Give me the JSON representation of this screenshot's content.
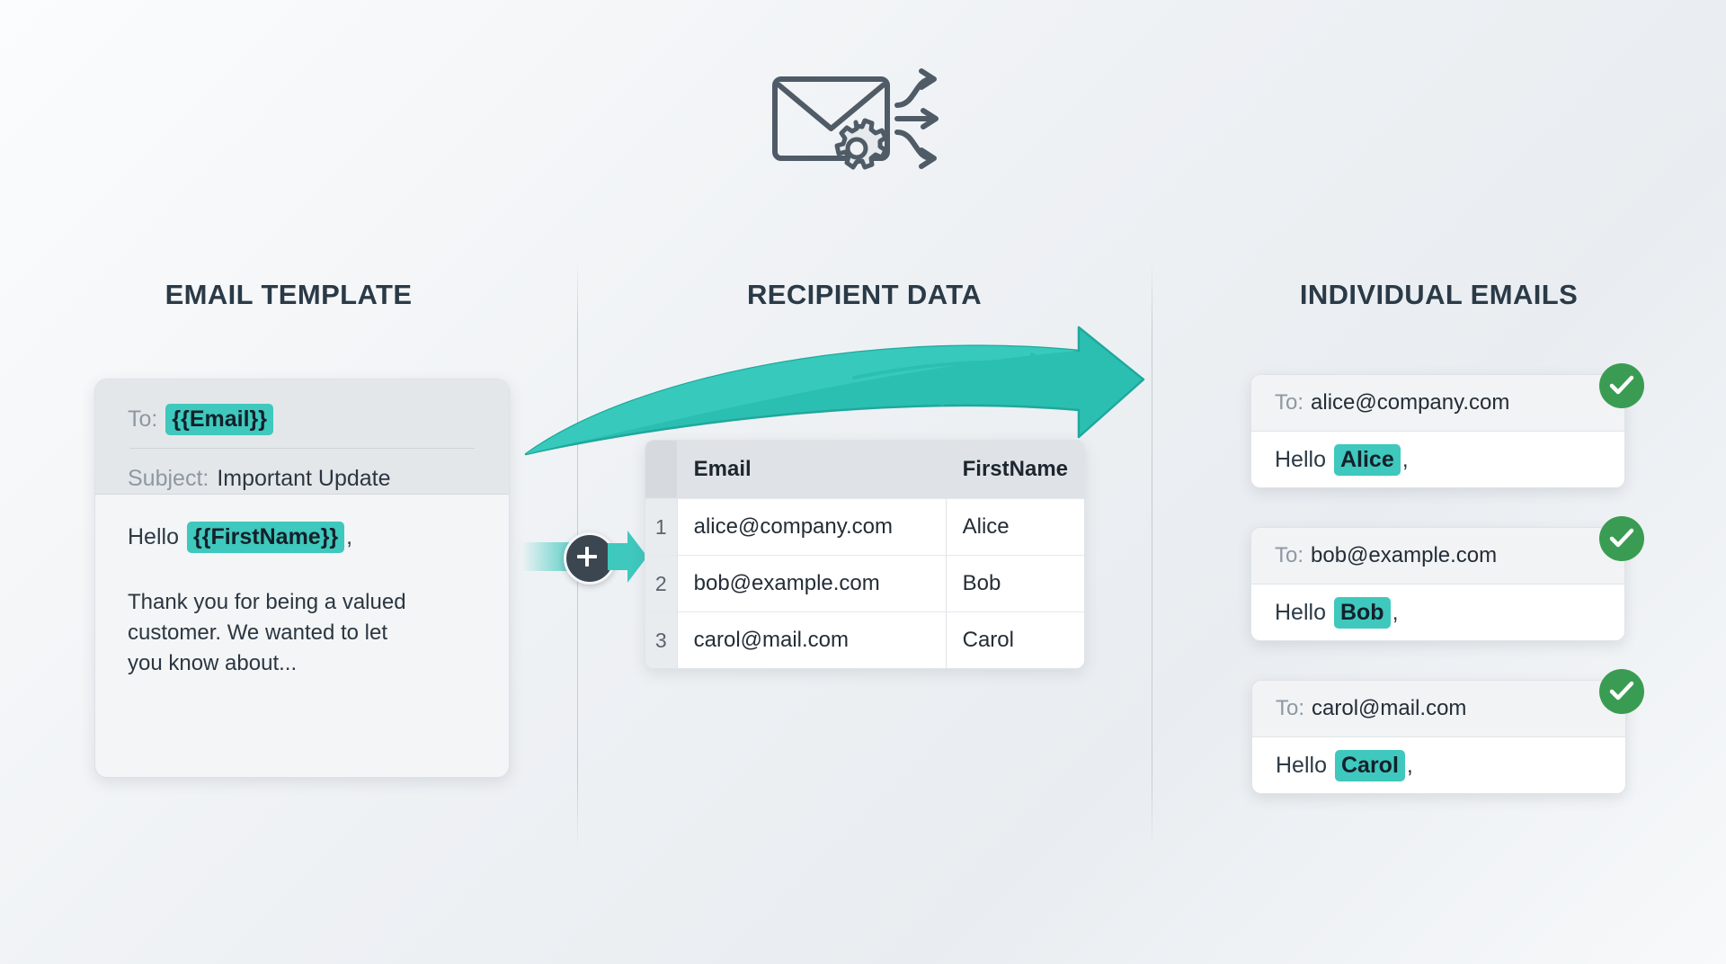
{
  "page": {
    "header_icon": "envelope-gear-distribute-icon",
    "accent_teal": "#3fc8bd",
    "accent_green": "#3a9c52",
    "background": "#eef1f4"
  },
  "columns": {
    "template_title": "EMAIL TEMPLATE",
    "data_title": "RECIPIENT DATA",
    "output_title": "INDIVIDUAL EMAILS"
  },
  "template": {
    "to_label": "To:",
    "to_token": "{{Email}}",
    "subject_label": "Subject:",
    "subject_value": "Important Update",
    "greeting_word": "Hello",
    "greeting_token": "{{FirstName}}",
    "greeting_comma": ",",
    "paragraph": "Thank you for being a valued customer. We wanted to let you know about..."
  },
  "connector": {
    "plus_label": "+",
    "arrow": "right-arrow-icon"
  },
  "recipients": {
    "columns": [
      "",
      "Email",
      "FirstName"
    ],
    "rows": [
      {
        "index": "1",
        "email": "alice@company.com",
        "first_name": "Alice"
      },
      {
        "index": "2",
        "email": "bob@example.com",
        "first_name": "Bob"
      },
      {
        "index": "3",
        "email": "carol@mail.com",
        "first_name": "Carol"
      }
    ]
  },
  "emails": {
    "to_label": "To:",
    "greeting_word": "Hello",
    "greeting_comma": ",",
    "status_icon": "check-circle-icon",
    "items": [
      {
        "to": "alice@company.com",
        "name": "Alice"
      },
      {
        "to": "bob@example.com",
        "name": "Bob"
      },
      {
        "to": "carol@mail.com",
        "name": "Carol"
      }
    ]
  }
}
